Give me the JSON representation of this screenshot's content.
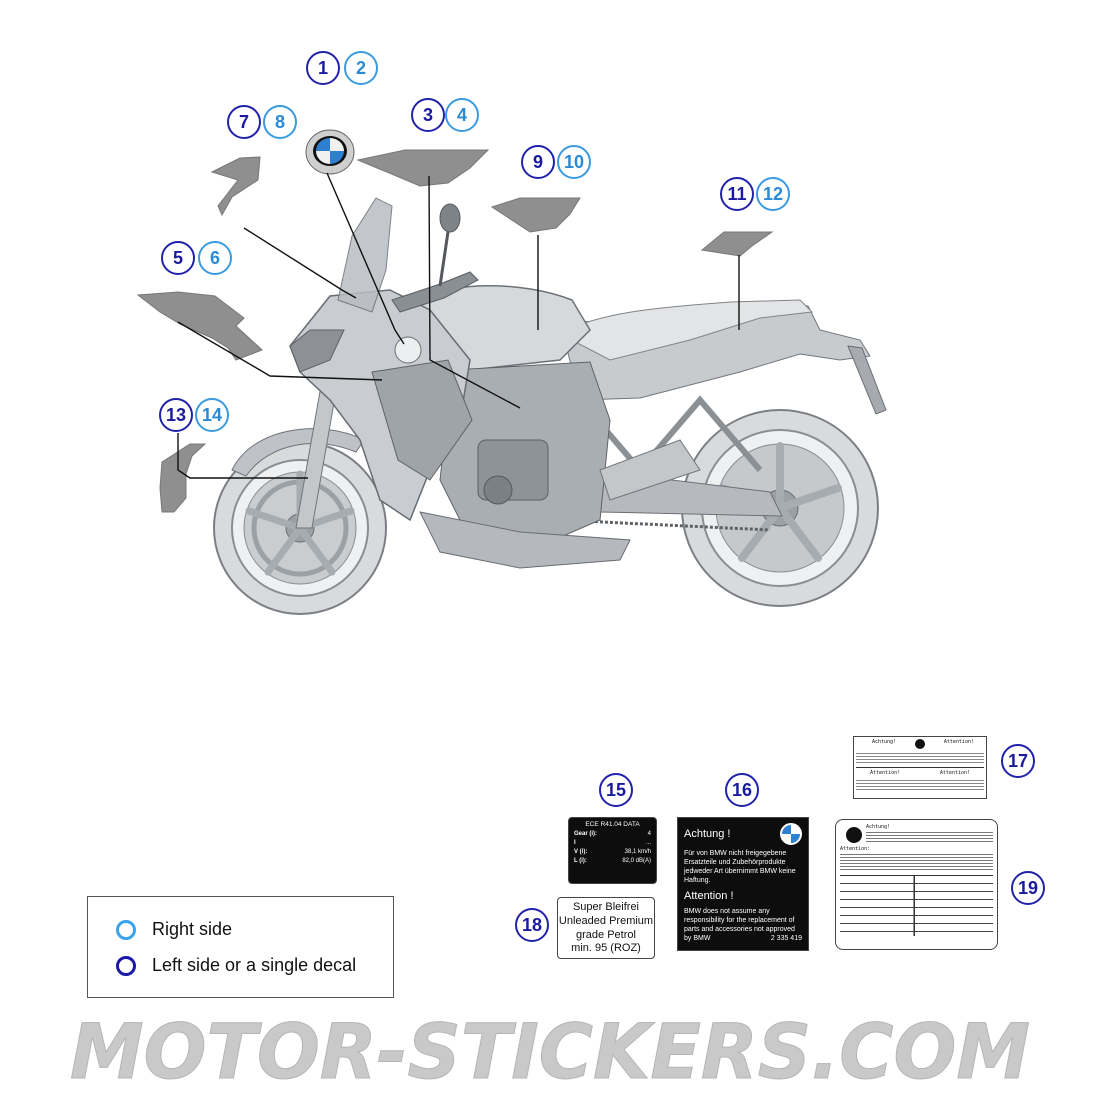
{
  "colors": {
    "left_side": "#1a1aa0",
    "right_side": "#3a9be0",
    "decal_fill": "#8f8f8f",
    "bike_fill": "#d4d7da",
    "watermark": "#c9c9c9"
  },
  "callouts": {
    "c1": "1",
    "c2": "2",
    "c3": "3",
    "c4": "4",
    "c5": "5",
    "c6": "6",
    "c7": "7",
    "c8": "8",
    "c9": "9",
    "c10": "10",
    "c11": "11",
    "c12": "12",
    "c13": "13",
    "c14": "14",
    "c15": "15",
    "c16": "16",
    "c17": "17",
    "c18": "18",
    "c19": "19"
  },
  "legend": {
    "right_label": "Right side",
    "left_label": "Left side or a single decal"
  },
  "label15": {
    "title": "ECE R41.04 DATA",
    "rows": [
      {
        "key": "Gear (i):",
        "val": "4"
      },
      {
        "key": "I",
        "val": "..."
      },
      {
        "key": "V (i):",
        "val": "38,1 km/h"
      },
      {
        "key": "L (i):",
        "val": "82,0 dB(A)"
      }
    ]
  },
  "label16": {
    "heading1": "Achtung !",
    "text1": "Für von BMW nicht freigegebene Ersatzteile und Zubehörprodukte jedweder Art übernimmt BMW keine Haftung.",
    "heading2": "Attention !",
    "text2": "BMW does not assume any responsibility for the replacement of parts and accessories not approved by BMW",
    "code": "2 335 419"
  },
  "label18": {
    "line1": "Super Bleifrei",
    "line2": "Unleaded Premium",
    "line3": "grade Petrol",
    "line4": "min. 95 (ROZ)"
  },
  "label17": {
    "h1": "Achtung!",
    "h2": "Attention!",
    "h3": "Attention!",
    "h4": "Attention!"
  },
  "label19": {
    "h1": "Achtung!",
    "h2": "Attention:"
  },
  "watermark": {
    "text": "MOTOR-STICKERS.COM"
  }
}
